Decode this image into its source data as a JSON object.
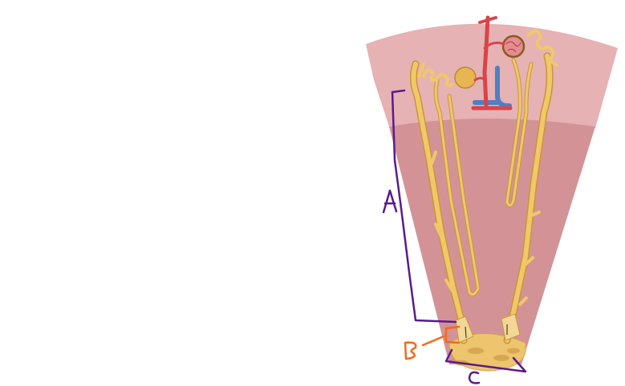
{
  "figure": {
    "subject": "Kidney tissue wedge showing nephrons and collecting ducts",
    "regions": [
      {
        "name": "cortex",
        "color": "#e6b2b3"
      },
      {
        "name": "medulla",
        "color": "#d39396"
      }
    ],
    "colors": {
      "background": "#ffffff",
      "tubule": "#f0c86a",
      "tubule_outline": "#c99638",
      "artery": "#d8444a",
      "vein": "#4f7fc4",
      "annotation_purple": "#5b1a8a",
      "annotation_orange": "#f26a1b"
    }
  },
  "annotations": [
    {
      "label": "A",
      "color": "#5b1a8a",
      "target": "collecting duct length (bracket)"
    },
    {
      "label": "B",
      "color": "#f26a1b",
      "target": "duct opening (bracket)"
    },
    {
      "label": "C",
      "color": "#5b1a8a",
      "target": "papilla / calyx (bracket)"
    }
  ]
}
